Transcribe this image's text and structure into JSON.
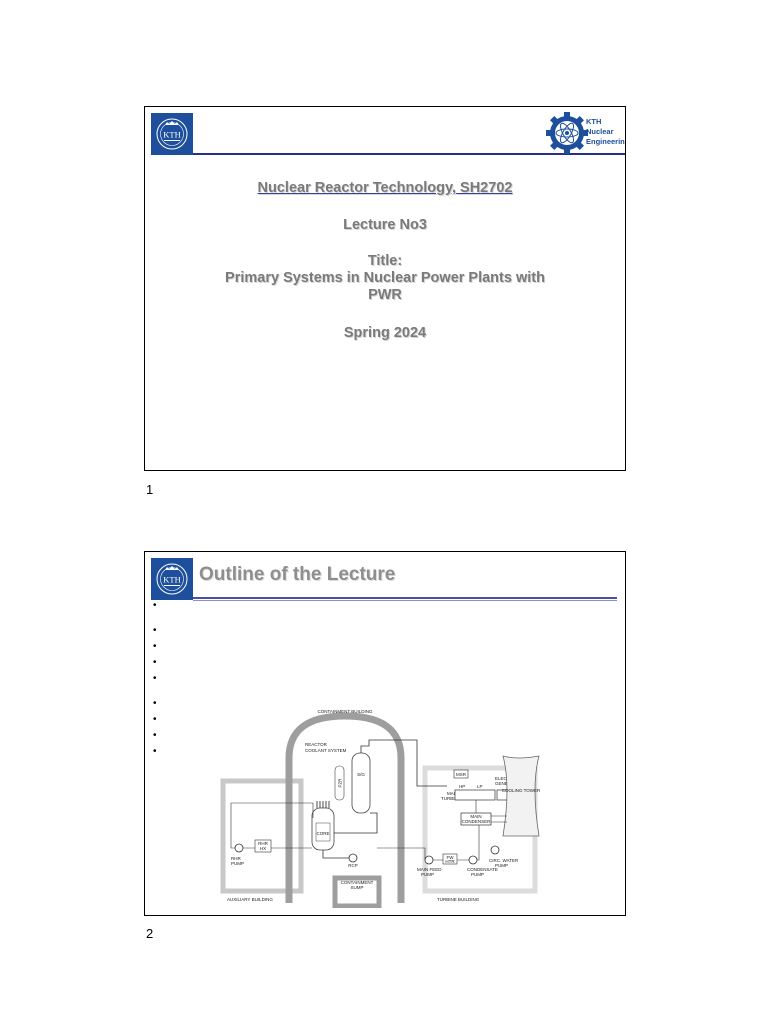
{
  "slide1": {
    "kth_logo_text": "KTH",
    "ne_logo_lines": [
      "KTH",
      "Nuclear",
      "Engineering"
    ],
    "course": "Nuclear Reactor Technology, SH2702",
    "lecture": "Lecture No3",
    "title_label": "Title:",
    "title_line1": "Primary Systems in Nuclear Power Plants with",
    "title_line2": "PWR",
    "term": "Spring 2024",
    "page_number": "1"
  },
  "slide2": {
    "kth_logo_text": "KTH",
    "title": "Outline of the Lecture",
    "bullet_glyph": "•",
    "page_number": "2",
    "diagram_labels": {
      "containment_building": "CONTAINMENT BUILDING",
      "reactor_coolant_system_1": "REACTOR",
      "reactor_coolant_system_2": "COOLANT SYSTEM",
      "sg": "S/G",
      "pzr": "PZR",
      "core": "CORE",
      "msr": "MSR",
      "electric_generator_1": "ELECTRIC",
      "electric_generator_2": "GENERATOR",
      "main_turbine_1": "MAIN",
      "main_turbine_2": "TURBINE",
      "hp": "HP",
      "lp": "LP",
      "cooling_tower": "COOLING TOWER",
      "main_condenser_1": "MAIN",
      "main_condenser_2": "CONDENSER",
      "rhr_pump_1": "RHR",
      "rhr_pump_2": "PUMP",
      "rhr_hx_1": "RHR",
      "rhr_hx_2": "HX",
      "rcp": "RCP",
      "main_feed_pump_1": "MAIN FEED",
      "main_feed_pump_2": "PUMP",
      "fw_htr_1": "FW",
      "fw_htr_2": "HTR",
      "condensate_pump_1": "CONDENSATE",
      "condensate_pump_2": "PUMP",
      "circ_water_pump_1": "CIRC. WATER",
      "circ_water_pump_2": "PUMP",
      "containment_sump_1": "CONTAINMENT",
      "containment_sump_2": "SUMP",
      "auxiliary_building": "AUXILIARY BUILDING",
      "turbine_building": "TURBINE BUILDING"
    }
  }
}
